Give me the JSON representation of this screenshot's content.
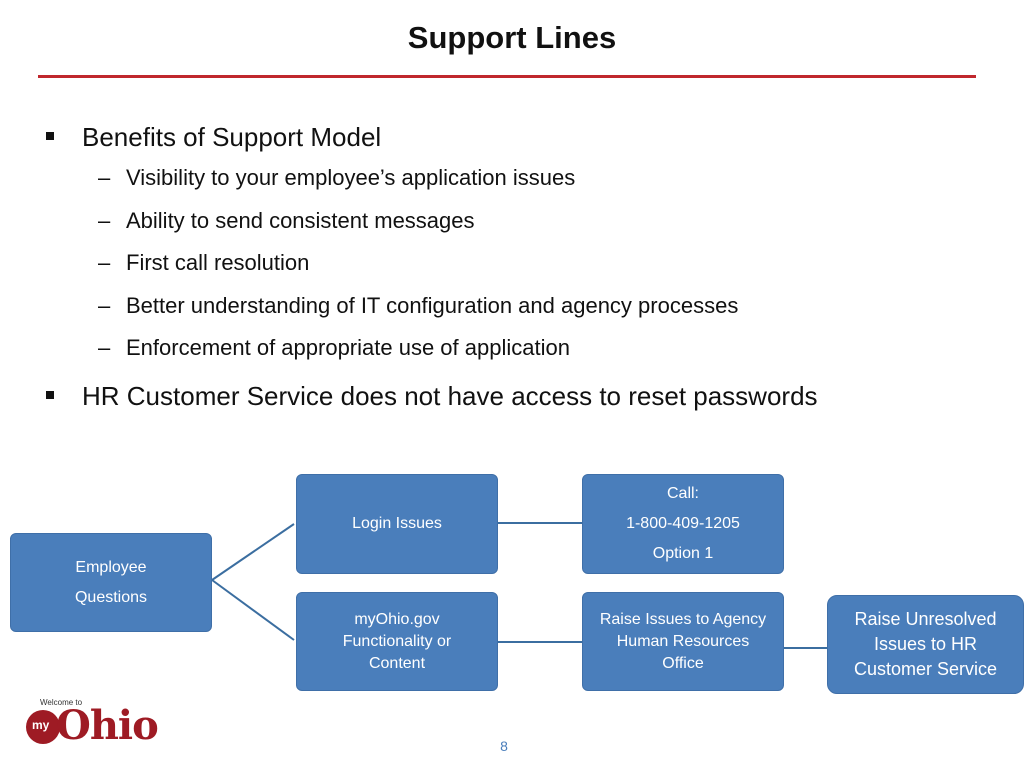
{
  "slide": {
    "title": "Support Lines",
    "page_number": "8"
  },
  "bullets": [
    {
      "text": "Benefits of Support Model",
      "children": [
        "Visibility to your employee’s application issues",
        "Ability to send consistent messages",
        "First call resolution",
        "Better understanding of IT configuration and agency processes",
        "Enforcement of appropriate use of application"
      ]
    },
    {
      "text": "HR Customer Service does not have access to reset passwords",
      "children": []
    }
  ],
  "diagram": {
    "employee": [
      "Employee",
      "Questions"
    ],
    "login": "Login Issues",
    "call": [
      "Call:",
      "1-800-409-1205",
      "Option 1"
    ],
    "myohio": [
      "myOhio.gov",
      "Functionality or",
      "Content"
    ],
    "agency": [
      "Raise Issues to Agency",
      "Human Resources",
      "Office"
    ],
    "hr": [
      "Raise Unresolved",
      "Issues to HR",
      "Customer Service"
    ]
  },
  "logo": {
    "welcome": "Welcome to",
    "my": "my",
    "name": "Ohio"
  },
  "colors": {
    "accent_rule": "#c0272d",
    "node_fill": "#4a7ebb",
    "connector": "#3b6ea0",
    "logo_red": "#9e1b24"
  }
}
